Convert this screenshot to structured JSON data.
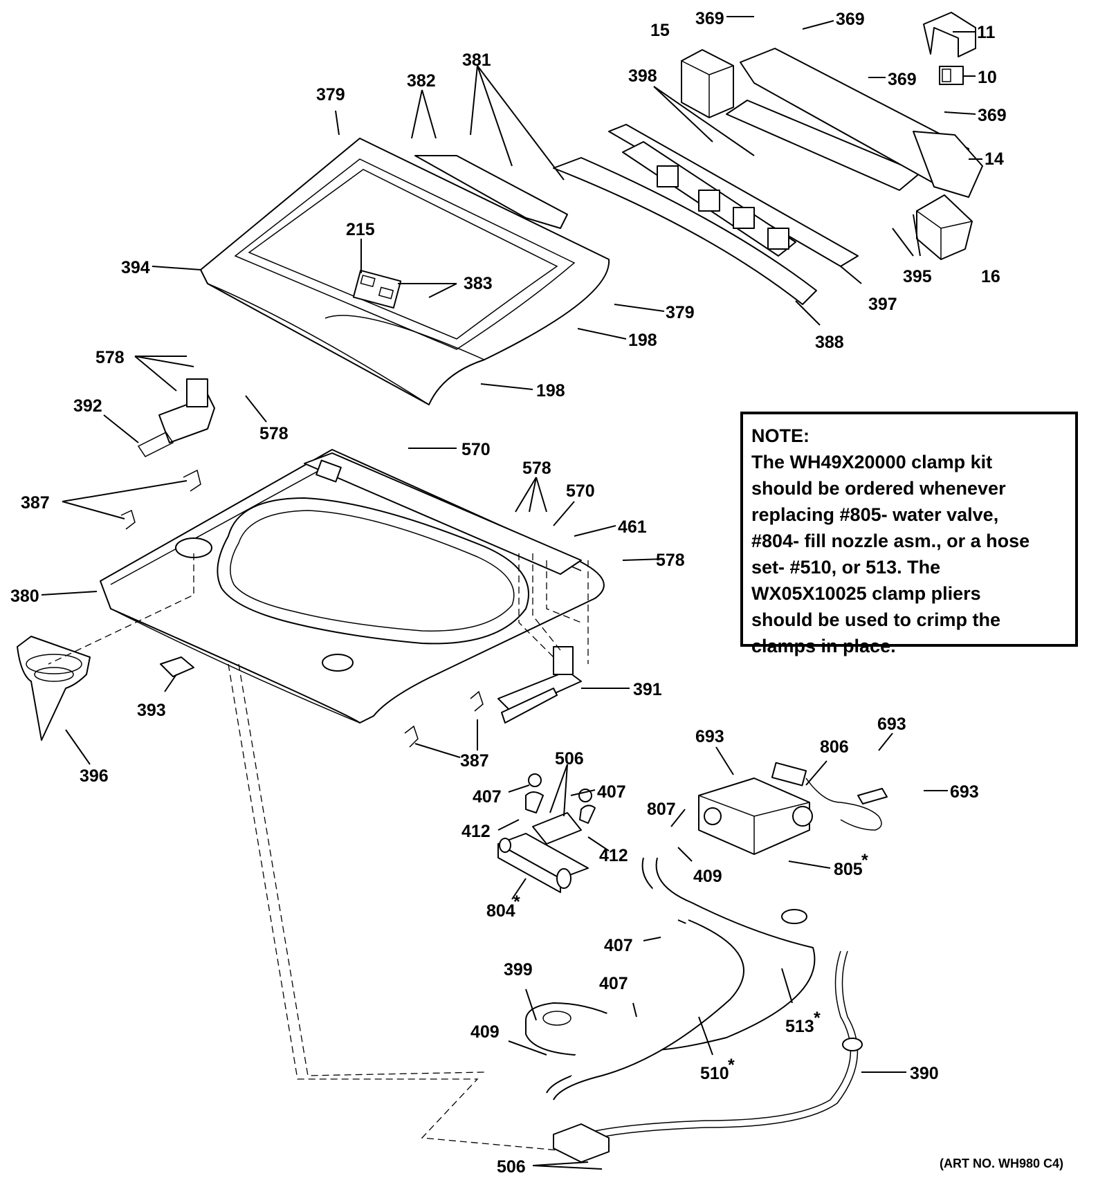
{
  "labels": {
    "l11": "11",
    "l10": "10",
    "l369a": "369",
    "l369b": "369",
    "l369c": "369",
    "l369d": "369",
    "l15": "15",
    "l14": "14",
    "l16": "16",
    "l395": "395",
    "l397": "397",
    "l388": "388",
    "l398": "398",
    "l381": "381",
    "l382": "382",
    "l379a": "379",
    "l379b": "379",
    "l215": "215",
    "l383": "383",
    "l394": "394",
    "l198a": "198",
    "l198b": "198",
    "l578a": "578",
    "l578b": "578",
    "l578c": "578",
    "l578d": "578",
    "l392": "392",
    "l570a": "570",
    "l570b": "570",
    "l461": "461",
    "l387a": "387",
    "l387b": "387",
    "l380": "380",
    "l391": "391",
    "l393": "393",
    "l396": "396",
    "l506a": "506",
    "l506b": "506",
    "l407a": "407",
    "l407b": "407",
    "l407c": "407",
    "l407d": "407",
    "l412a": "412",
    "l412b": "412",
    "l804": "804",
    "l693a": "693",
    "l693b": "693",
    "l693c": "693",
    "l806": "806",
    "l807": "807",
    "l409a": "409",
    "l409b": "409",
    "l805": "805",
    "l399": "399",
    "l513": "513",
    "l510": "510",
    "l390": "390",
    "star": "*"
  },
  "note": {
    "lines": [
      "NOTE:",
      "The WH49X20000 clamp kit",
      "should be ordered whenever",
      "replacing #805- water valve,",
      "#804- fill nozzle asm., or a hose",
      "set- #510, or 513. The",
      "WX05X10025 clamp pliers",
      "should be used to crimp the",
      "clamps in place."
    ]
  },
  "art_number": "(ART NO. WH980 C4)"
}
